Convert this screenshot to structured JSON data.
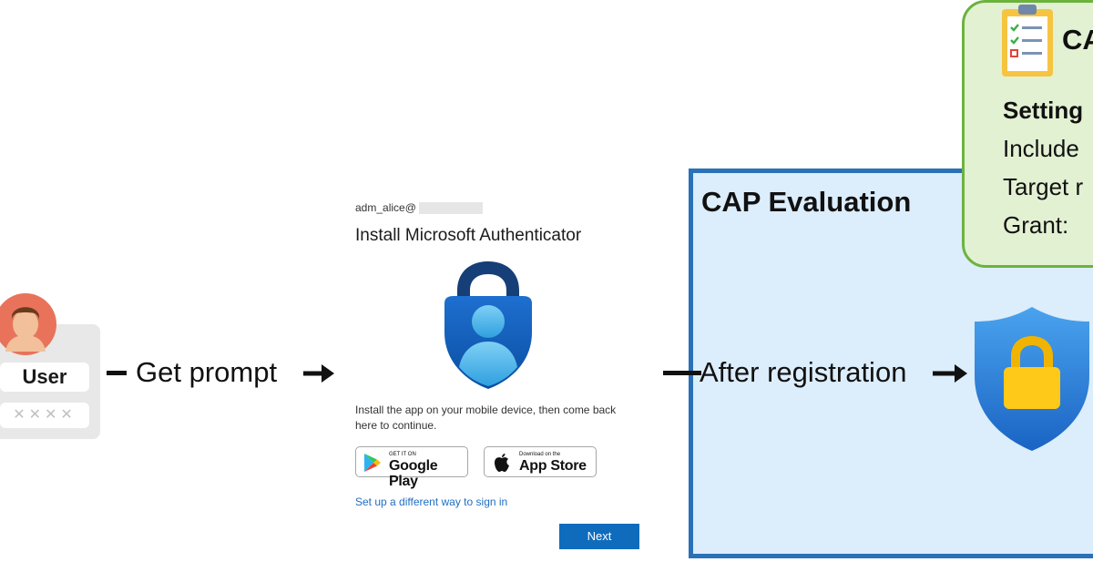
{
  "user": {
    "label": "User",
    "password_mask": "✕✕✕✕"
  },
  "flow": {
    "step1": "Get prompt",
    "step2": "After registration"
  },
  "dialog": {
    "account": "adm_alice@",
    "title": "Install Microsoft Authenticator",
    "body": "Install the app on your mobile device, then come back here to continue.",
    "google_play_small": "GET IT ON",
    "google_play_big": "Google Play",
    "app_store_small": "Download on the",
    "app_store_big": "App Store",
    "alt_link": "Set up a different way to sign in",
    "next_label": "Next"
  },
  "cap_evaluation": {
    "title": "CAP Evaluation"
  },
  "policy": {
    "title": "CA",
    "setting": "Setting",
    "include": "Include",
    "target": "Target r",
    "grant": "Grant:"
  },
  "colors": {
    "cap_fill": "#dcedfb",
    "cap_border": "#2a71b8",
    "policy_fill": "#e3f1d3",
    "policy_border": "#6cb33e",
    "next_button": "#0f6cbd",
    "link": "#1f6ec3"
  }
}
